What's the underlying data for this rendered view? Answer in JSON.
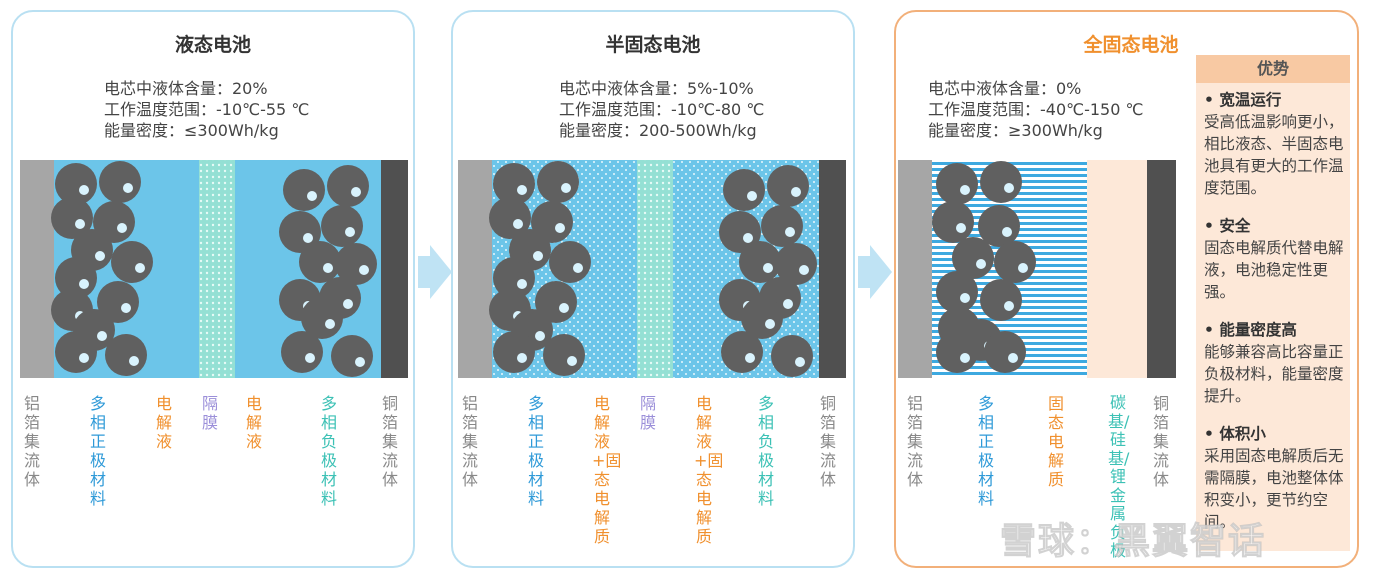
{
  "panels": [
    {
      "title": "液态电池",
      "specs": [
        "电芯中液体含量：20%",
        "工作温度范围：-10℃-55 ℃",
        "能量密度：≤300Wh/kg"
      ],
      "labels": [
        "铝箔集流体",
        "多相正极材料",
        "电解液",
        "隔膜",
        "电解液",
        "多相负极材料",
        "铜箔集流体"
      ]
    },
    {
      "title": "半固态电池",
      "specs": [
        "电芯中液体含量：5%-10%",
        "工作温度范围：-10℃-80 ℃",
        "能量密度：200-500Wh/kg"
      ],
      "labels": [
        "铝箔集流体",
        "多相正极材料",
        "电解液+固态电解质",
        "隔膜",
        "电解液+固态电解质",
        "多相负极材料",
        "铜箔集流体"
      ]
    },
    {
      "title": "全固态电池",
      "specs": [
        "电芯中液体含量：0%",
        "工作温度范围：-40℃-150 ℃",
        "能量密度：≥300Wh/kg"
      ],
      "labels": [
        "铝箔集流体",
        "多相正极材料",
        "固态电解质",
        "碳基/硅基/锂金属负极",
        "铜箔集流体"
      ]
    }
  ],
  "advantages": {
    "header": "优势",
    "items": [
      {
        "title": "宽温运行",
        "text": "受高低温影响更小，相比液态、半固态电池具有更大的工作温度范围。"
      },
      {
        "title": "安全",
        "text": "固态电解质代替电解液，电池稳定性更强。"
      },
      {
        "title": "能量密度高",
        "text": "能够兼容高比容量正负极材料，能量密度提升。"
      },
      {
        "title": "体积小",
        "text": "采用固态电解质后无需隔膜，电池整体体积变小，更节约空间。"
      }
    ]
  },
  "watermark": "雪球：黑翼智话",
  "colors": {
    "liquid": "#6cc5e9",
    "particle": "#606060",
    "collector_al": "#a6a6a6",
    "collector_cu": "#505050",
    "separator": "#94e0d4",
    "solid_electrolyte": "#fde8d8",
    "orange": "#f0902e",
    "blue_border": "#b9e0f2"
  }
}
